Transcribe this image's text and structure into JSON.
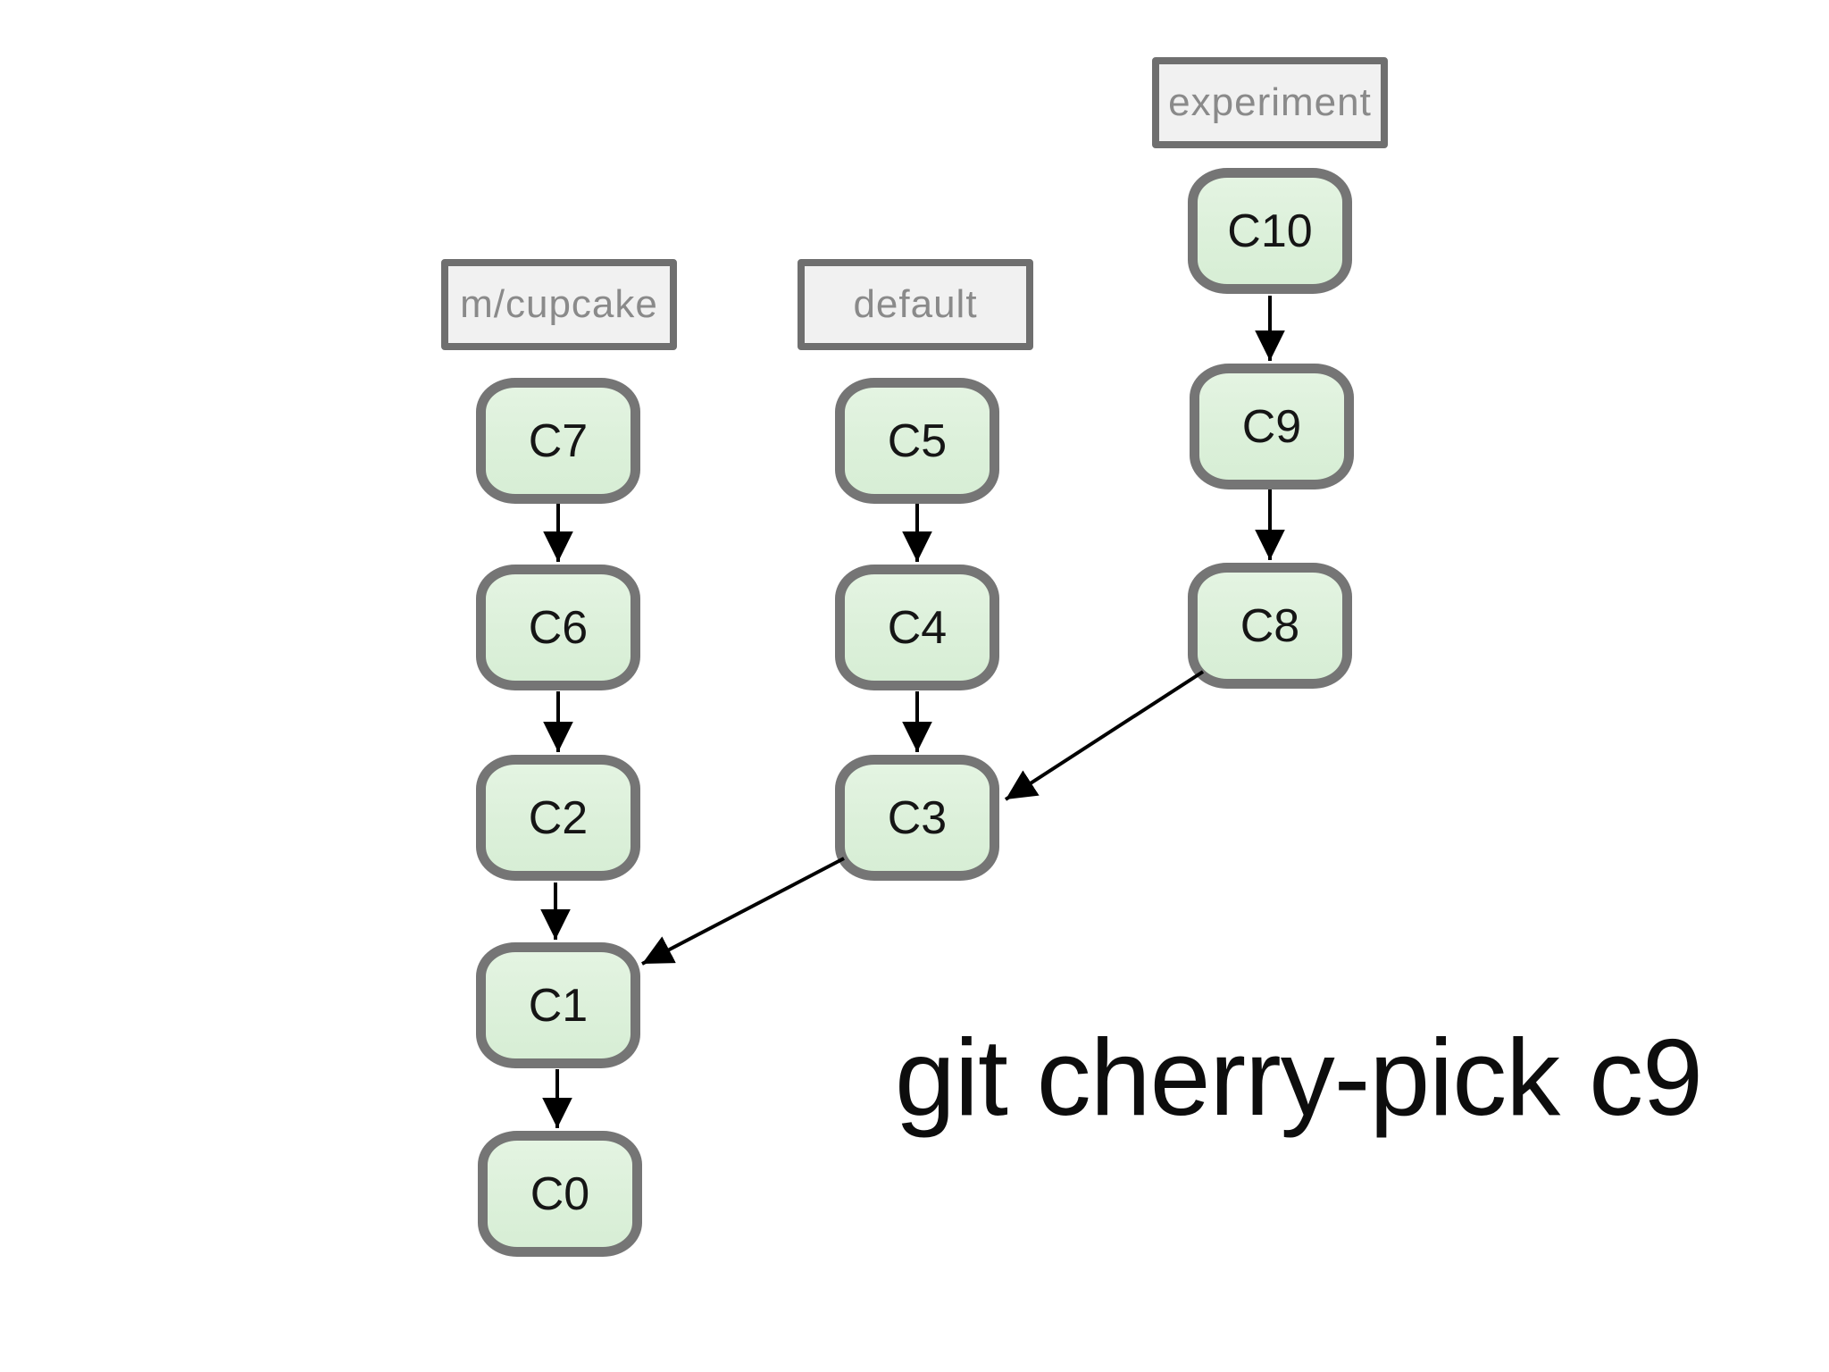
{
  "diagram": {
    "branches": {
      "cupcake": {
        "label": "m/cupcake"
      },
      "default": {
        "label": "default"
      },
      "experiment": {
        "label": "experiment"
      }
    },
    "commits": {
      "c0": {
        "label": "C0"
      },
      "c1": {
        "label": "C1"
      },
      "c2": {
        "label": "C2"
      },
      "c3": {
        "label": "C3"
      },
      "c4": {
        "label": "C4"
      },
      "c5": {
        "label": "C5"
      },
      "c6": {
        "label": "C6"
      },
      "c7": {
        "label": "C7"
      },
      "c8": {
        "label": "C8"
      },
      "c9": {
        "label": "C9"
      },
      "c10": {
        "label": "C10"
      }
    },
    "edges": [
      {
        "from": "C10",
        "to": "C9"
      },
      {
        "from": "C9",
        "to": "C8"
      },
      {
        "from": "C8",
        "to": "C3"
      },
      {
        "from": "C7",
        "to": "C6"
      },
      {
        "from": "C6",
        "to": "C2"
      },
      {
        "from": "C2",
        "to": "C1"
      },
      {
        "from": "C1",
        "to": "C0"
      },
      {
        "from": "C5",
        "to": "C4"
      },
      {
        "from": "C4",
        "to": "C3"
      },
      {
        "from": "C3",
        "to": "C1"
      }
    ],
    "caption": "git cherry-pick c9",
    "colors": {
      "background": "#ffffff",
      "node_fill": "#dcf0da",
      "node_border": "#757575",
      "label_fill": "#f1f1f1",
      "label_border": "#6f6f6f",
      "label_text": "#8a8a8a",
      "arrow": "#000000",
      "caption_text": "#0d0d0d"
    }
  }
}
